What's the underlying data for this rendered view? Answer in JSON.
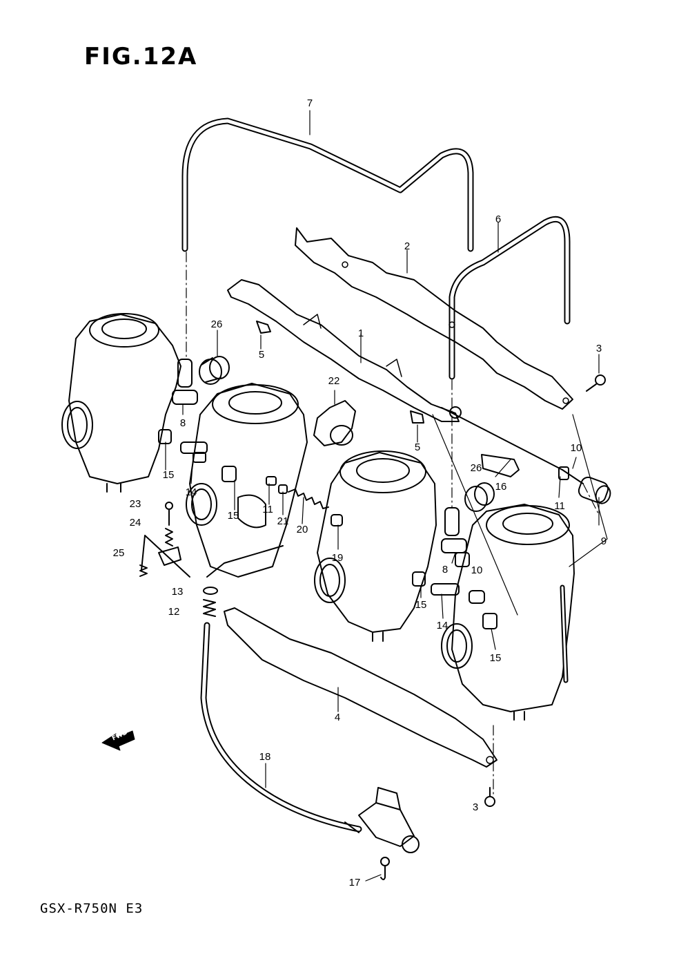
{
  "figure": {
    "title": "FIG.12A",
    "model": "GSX-R750N E3"
  },
  "fwd_badge": {
    "label": "FWD"
  },
  "callouts": [
    {
      "id": "c7",
      "label": "7"
    },
    {
      "id": "c6",
      "label": "6"
    },
    {
      "id": "c2",
      "label": "2"
    },
    {
      "id": "c1",
      "label": "1"
    },
    {
      "id": "c26a",
      "label": "26"
    },
    {
      "id": "c5a",
      "label": "5"
    },
    {
      "id": "c3a",
      "label": "3"
    },
    {
      "id": "c22",
      "label": "22"
    },
    {
      "id": "c8a",
      "label": "8"
    },
    {
      "id": "c5b",
      "label": "5"
    },
    {
      "id": "c10a",
      "label": "10"
    },
    {
      "id": "c26b",
      "label": "26"
    },
    {
      "id": "c16",
      "label": "16"
    },
    {
      "id": "c11a",
      "label": "11"
    },
    {
      "id": "c15a",
      "label": "15"
    },
    {
      "id": "c14a",
      "label": "14"
    },
    {
      "id": "c23",
      "label": "23"
    },
    {
      "id": "c15b",
      "label": "15"
    },
    {
      "id": "c11b",
      "label": "11"
    },
    {
      "id": "c21",
      "label": "21"
    },
    {
      "id": "c20",
      "label": "20"
    },
    {
      "id": "c24",
      "label": "24"
    },
    {
      "id": "c9",
      "label": "9"
    },
    {
      "id": "c19",
      "label": "19"
    },
    {
      "id": "c25",
      "label": "25"
    },
    {
      "id": "c8b",
      "label": "8"
    },
    {
      "id": "c10b",
      "label": "10"
    },
    {
      "id": "c13",
      "label": "13"
    },
    {
      "id": "c12",
      "label": "12"
    },
    {
      "id": "c15c",
      "label": "15"
    },
    {
      "id": "c14b",
      "label": "14"
    },
    {
      "id": "c15d",
      "label": "15"
    },
    {
      "id": "c4",
      "label": "4"
    },
    {
      "id": "c18",
      "label": "18"
    },
    {
      "id": "c3b",
      "label": "3"
    },
    {
      "id": "c17",
      "label": "17"
    }
  ]
}
